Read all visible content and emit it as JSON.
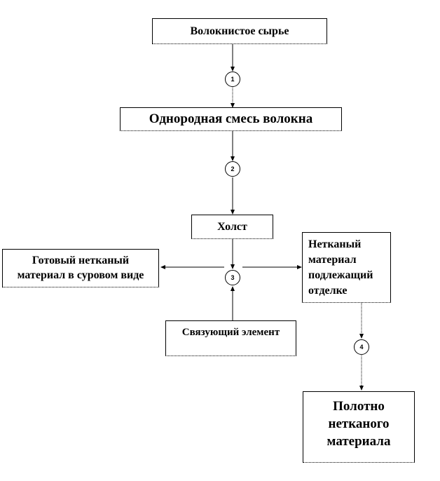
{
  "nodes": {
    "raw_fiber": "Волокнистое сырье",
    "fiber_mix": "Однородная смесь волокна",
    "batt": "Холст",
    "binder": "Связующий элемент",
    "finished_raw": {
      "line1": "Готовый нетканый",
      "line2": "материал в суровом виде"
    },
    "for_finishing": {
      "line1": "Нетканый",
      "line2": "материал",
      "line3": "подлежащий",
      "line4": "отделке"
    },
    "final_fabric": {
      "line1": "Полотно",
      "line2": "нетканого",
      "line3": "материала"
    }
  },
  "steps": [
    "1",
    "2",
    "3",
    "4"
  ]
}
